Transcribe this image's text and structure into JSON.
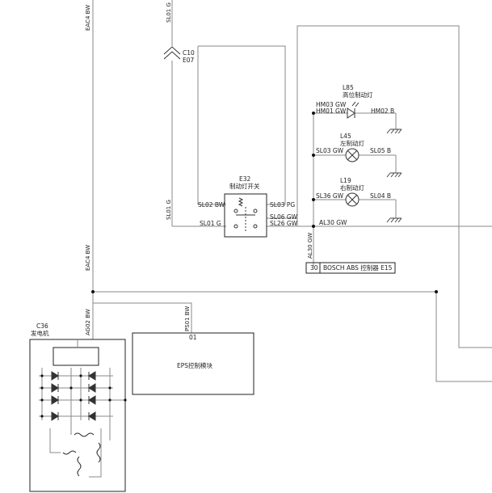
{
  "wires": {
    "eac4_top": "EAC4 BW",
    "sl01_top": "SL01 G",
    "sl01_mid": "SL01 G",
    "eac4_mid": "EAC4 BW",
    "ag02": "AG02 BW",
    "ps01": "PS01 BW",
    "al30_vert": "AL30 GW"
  },
  "connector_c10": {
    "id": "C10",
    "sub": "E07"
  },
  "lamp_l85": {
    "id": "L85",
    "name": "高位制动灯",
    "in1": "HM03 GW",
    "in2": "HM01 GW",
    "out": "HM02 B"
  },
  "lamp_l45": {
    "id": "L45",
    "name": "左制动灯",
    "in": "SL03 GW",
    "out": "SL05 B"
  },
  "lamp_l19": {
    "id": "L19",
    "name": "右制动灯",
    "in": "SL36 GW",
    "out": "SL04 B"
  },
  "switch_e32": {
    "id": "E32",
    "name": "制动灯开关",
    "left_top": "SL02 BW",
    "left_bottom": "SL01 G",
    "right_top": "SL03 PG",
    "right_mid": "SL06 GW",
    "right_bottom": "SL26 GW"
  },
  "al30_wire": "AL30 GW",
  "abs": {
    "pin": "30",
    "label": "BOSCH ABS 控制器 E15"
  },
  "generator": {
    "id": "C36",
    "name": "发电机"
  },
  "eps": {
    "pin": "01",
    "name": "EPS控制模块"
  }
}
